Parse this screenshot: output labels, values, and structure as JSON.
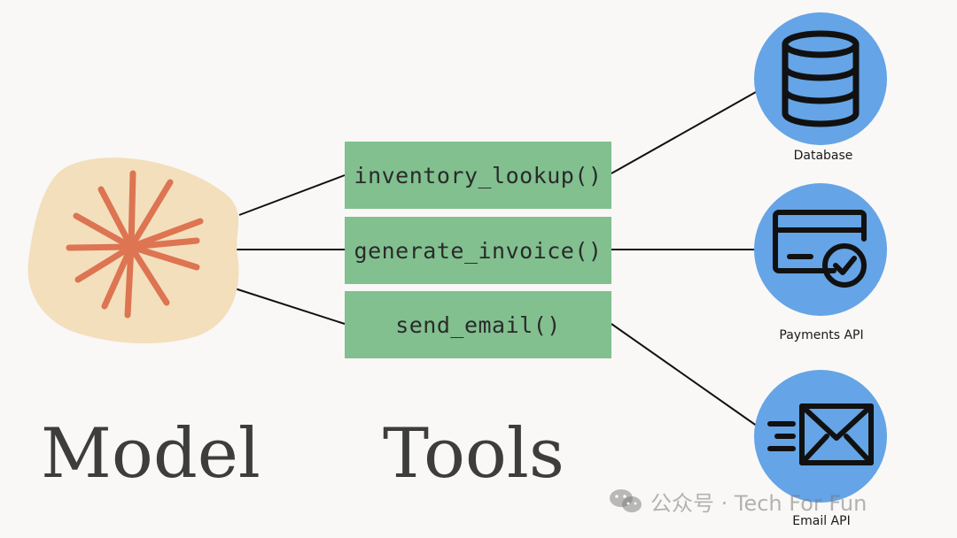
{
  "diagram": {
    "model_label": "Model",
    "tools_label": "Tools",
    "tools": [
      {
        "label": "inventory_lookup()"
      },
      {
        "label": "generate_invoice()"
      },
      {
        "label": "send_email()"
      }
    ],
    "services": [
      {
        "label": "Database",
        "icon": "database-icon"
      },
      {
        "label": "Payments API",
        "icon": "credit-card-check-icon"
      },
      {
        "label": "Email API",
        "icon": "envelope-icon"
      }
    ],
    "watermark": "公众号 · Tech For Fun"
  },
  "colors": {
    "background": "#f9f8f6",
    "model_blob": "#f3dfbc",
    "model_star": "#dd7452",
    "tool_box": "#82c08f",
    "service_circle": "#65a4e6",
    "connector": "#111111"
  }
}
